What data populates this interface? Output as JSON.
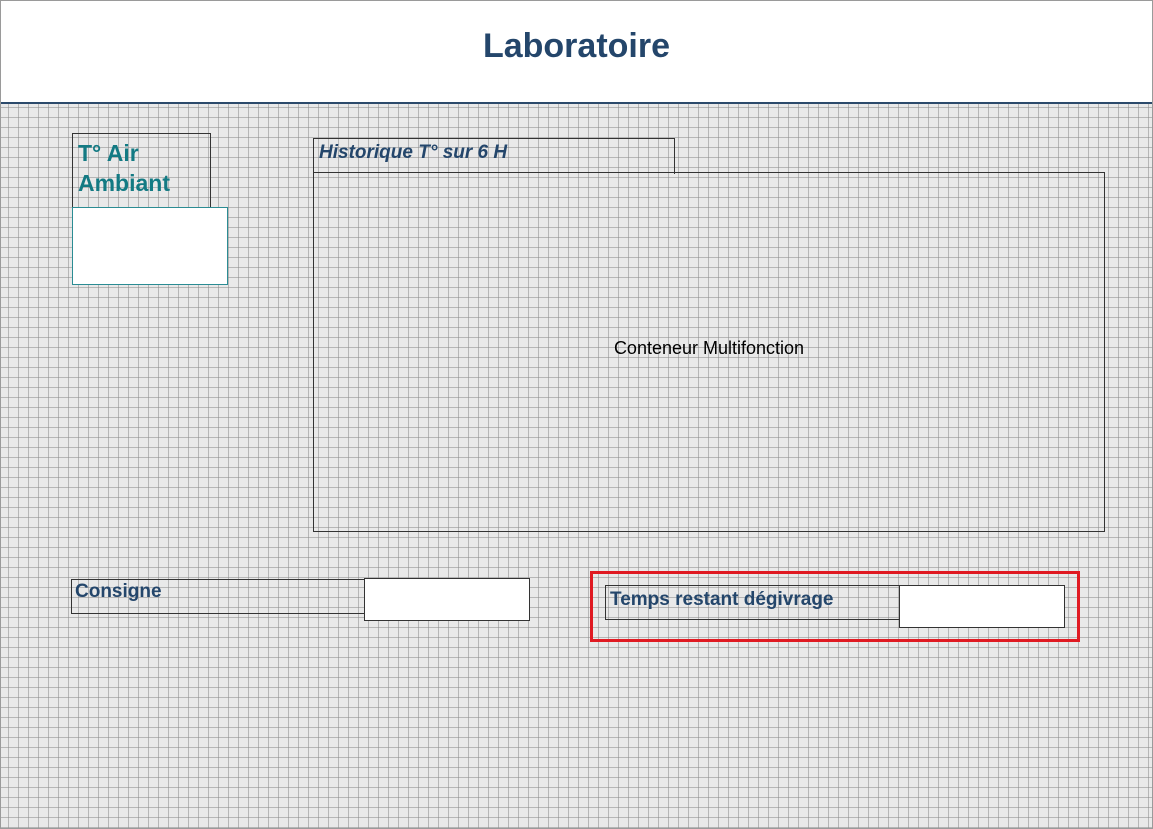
{
  "header": {
    "title": "Laboratoire"
  },
  "air_ambiant": {
    "label": "T° Air Ambiant",
    "value": ""
  },
  "historique": {
    "title": "Historique T° sur 6 H",
    "container_label": "Conteneur Multifonction"
  },
  "consigne": {
    "label": "Consigne",
    "value": ""
  },
  "temps_degivrage": {
    "label": "Temps restant dégivrage",
    "value": ""
  },
  "colors": {
    "title": "#24466b",
    "teal_label": "#137a83",
    "highlight": "#e01a22",
    "grid_background": "#e9e9e9"
  }
}
